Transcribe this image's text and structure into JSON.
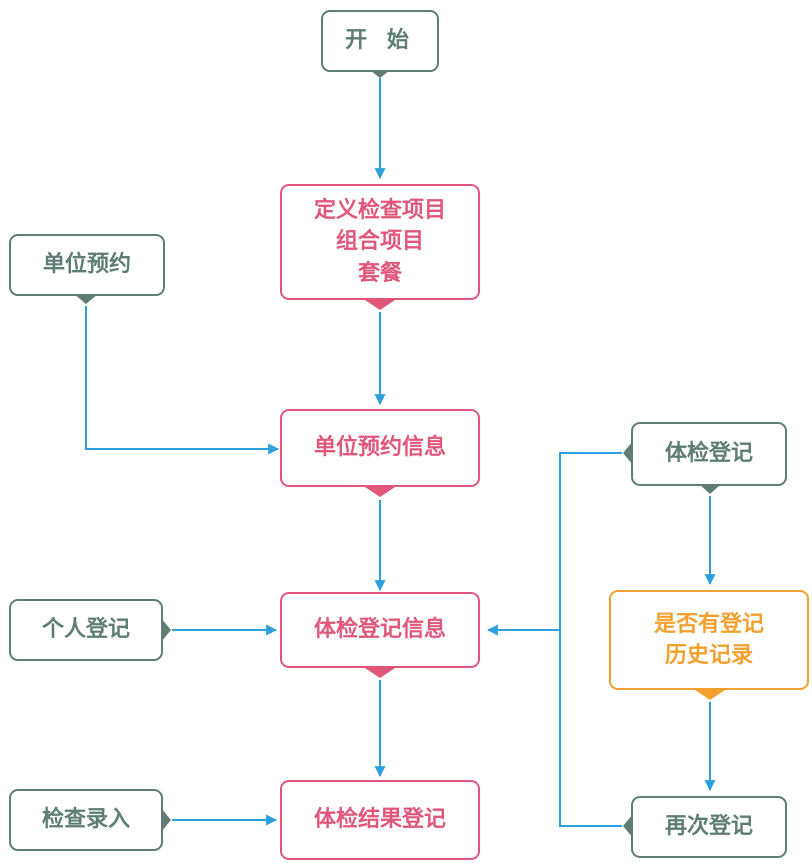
{
  "colors": {
    "gray": "#5f7d75",
    "pink": "#e0577b",
    "orange": "#f2a12f",
    "arrow": "#2d9fdc"
  },
  "nodes": {
    "start": {
      "label": "开 始"
    },
    "define": {
      "lines": [
        "定义检查项目",
        "组合项目",
        "套餐"
      ]
    },
    "unit_booking": {
      "label": "单位预约"
    },
    "unit_booking_info": {
      "label": "单位预约信息"
    },
    "exam_register": {
      "label": "体检登记"
    },
    "personal_register": {
      "label": "个人登记"
    },
    "exam_register_info": {
      "label": "体检登记信息"
    },
    "history_check": {
      "lines": [
        "是否有登记",
        "历史记录"
      ]
    },
    "check_entry": {
      "label": "检查录入"
    },
    "exam_result_register": {
      "label": "体检结果登记"
    },
    "re_register": {
      "label": "再次登记"
    }
  }
}
